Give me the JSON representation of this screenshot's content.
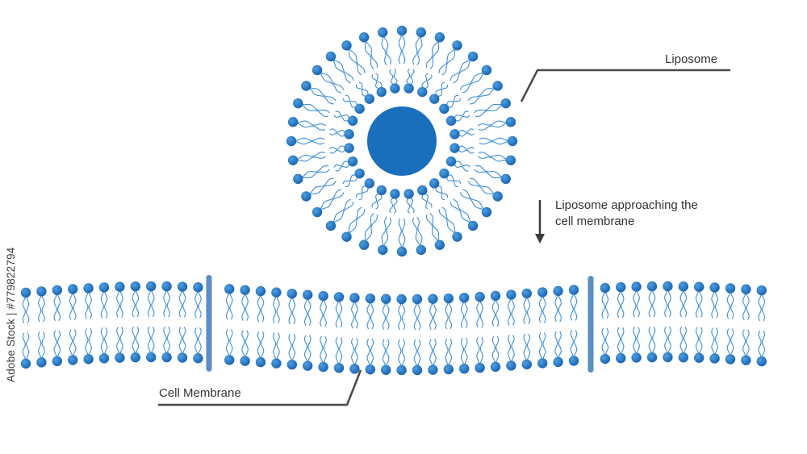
{
  "labels": {
    "liposome": "Liposome",
    "approach_line1": "Liposome approaching the",
    "approach_line2": "cell membrane",
    "cell_membrane": "Cell Membrane"
  },
  "watermark": "Adobe Stock | #779822794",
  "colors": {
    "head_dark": "#1763b0",
    "head_light": "#4f9ee0",
    "tail": "#3d8fd6",
    "core": "#1a6fbd",
    "protein": "#5a8ec4",
    "leader": "#4a4a4a",
    "arrow": "#3a3a3a"
  },
  "icons": {
    "arrow": "down-arrow-icon"
  }
}
